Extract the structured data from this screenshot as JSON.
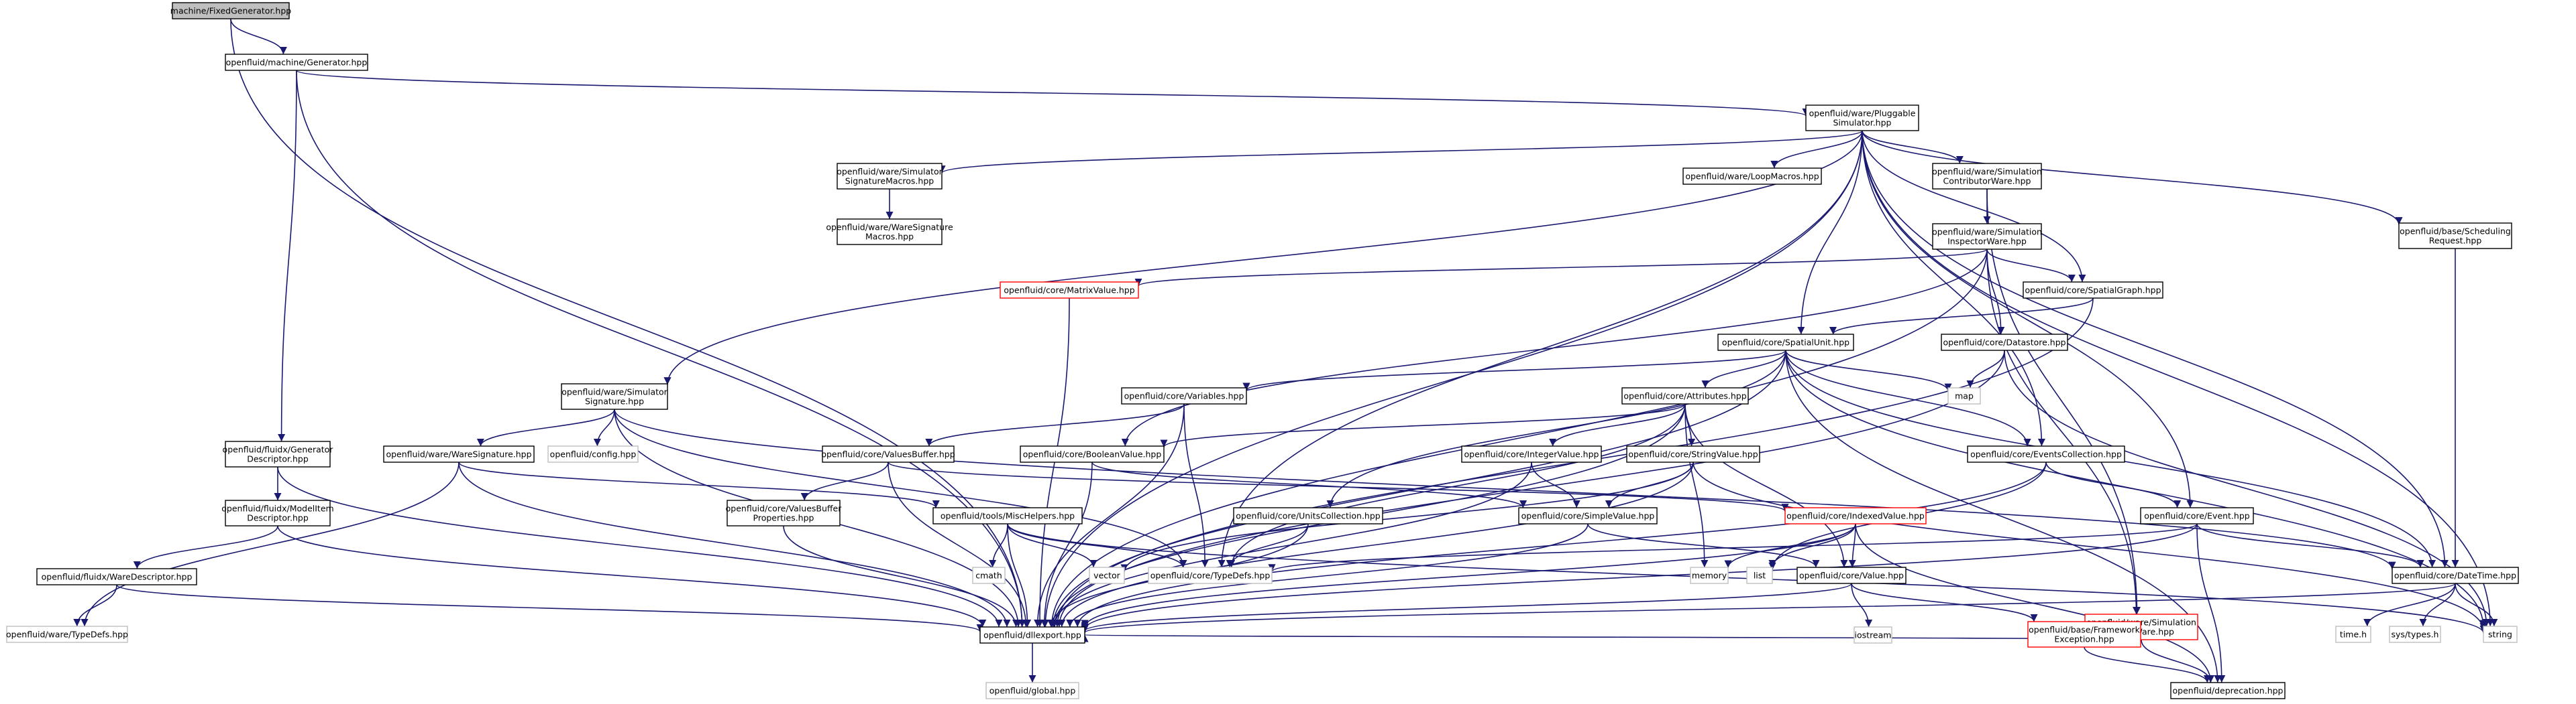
{
  "colors": {
    "edge": "#191970",
    "root_fill": "#bfbfbf",
    "documented_border": "#000000",
    "undocumented_border": "#bfbfbf",
    "truncated_border": "#ff0000",
    "node_fill": "#ffffff"
  },
  "nodes": [
    {
      "id": "fixedgen",
      "lines": [
        "machine/FixedGenerator.hpp"
      ],
      "kind": "root"
    },
    {
      "id": "generator",
      "lines": [
        "openfluid/machine/Generator.hpp"
      ],
      "kind": "doc"
    },
    {
      "id": "pluggable",
      "lines": [
        "openfluid/ware/Pluggable",
        "Simulator.hpp"
      ],
      "kind": "doc"
    },
    {
      "id": "sigmacros",
      "lines": [
        "openfluid/ware/Simulator",
        "SignatureMacros.hpp"
      ],
      "kind": "doc"
    },
    {
      "id": "waresigmacros",
      "lines": [
        "openfluid/ware/WareSignature",
        "Macros.hpp"
      ],
      "kind": "doc"
    },
    {
      "id": "loopmacros",
      "lines": [
        "openfluid/ware/LoopMacros.hpp"
      ],
      "kind": "doc"
    },
    {
      "id": "simcontrib",
      "lines": [
        "openfluid/ware/Simulation",
        "ContributorWare.hpp"
      ],
      "kind": "doc"
    },
    {
      "id": "simsched",
      "lines": [
        "openfluid/base/Scheduling",
        "Request.hpp"
      ],
      "kind": "doc"
    },
    {
      "id": "siminspector",
      "lines": [
        "openfluid/ware/Simulation",
        "InspectorWare.hpp"
      ],
      "kind": "doc"
    },
    {
      "id": "matrixvalue",
      "lines": [
        "openfluid/core/MatrixValue.hpp"
      ],
      "kind": "trunc"
    },
    {
      "id": "spatialgraph",
      "lines": [
        "openfluid/core/SpatialGraph.hpp"
      ],
      "kind": "doc"
    },
    {
      "id": "spatialunit",
      "lines": [
        "openfluid/core/SpatialUnit.hpp"
      ],
      "kind": "doc"
    },
    {
      "id": "datastore",
      "lines": [
        "openfluid/core/Datastore.hpp"
      ],
      "kind": "doc"
    },
    {
      "id": "simsignature",
      "lines": [
        "openfluid/ware/Simulator",
        "Signature.hpp"
      ],
      "kind": "doc"
    },
    {
      "id": "variables",
      "lines": [
        "openfluid/core/Variables.hpp"
      ],
      "kind": "doc"
    },
    {
      "id": "attributes",
      "lines": [
        "openfluid/core/Attributes.hpp"
      ],
      "kind": "doc"
    },
    {
      "id": "map",
      "lines": [
        "map"
      ],
      "kind": "ext"
    },
    {
      "id": "gendesc",
      "lines": [
        "openfluid/fluidx/Generator",
        "Descriptor.hpp"
      ],
      "kind": "doc"
    },
    {
      "id": "configh",
      "lines": [
        "openfluid/config.hpp"
      ],
      "kind": "ext"
    },
    {
      "id": "waresignature",
      "lines": [
        "openfluid/ware/WareSignature.hpp"
      ],
      "kind": "doc"
    },
    {
      "id": "valuesbuffer",
      "lines": [
        "openfluid/core/ValuesBuffer.hpp"
      ],
      "kind": "doc"
    },
    {
      "id": "booleanvalue",
      "lines": [
        "openfluid/core/BooleanValue.hpp"
      ],
      "kind": "doc"
    },
    {
      "id": "integervalue",
      "lines": [
        "openfluid/core/IntegerValue.hpp"
      ],
      "kind": "doc"
    },
    {
      "id": "stringvalue",
      "lines": [
        "openfluid/core/StringValue.hpp"
      ],
      "kind": "doc"
    },
    {
      "id": "eventscoll",
      "lines": [
        "openfluid/core/EventsCollection.hpp"
      ],
      "kind": "doc"
    },
    {
      "id": "modelitem",
      "lines": [
        "openfluid/fluidx/ModelItem",
        "Descriptor.hpp"
      ],
      "kind": "doc"
    },
    {
      "id": "vbprops",
      "lines": [
        "openfluid/core/ValuesBuffer",
        "Properties.hpp"
      ],
      "kind": "doc"
    },
    {
      "id": "mischelpers",
      "lines": [
        "openfluid/tools/MiscHelpers.hpp"
      ],
      "kind": "doc"
    },
    {
      "id": "unitscoll",
      "lines": [
        "openfluid/core/UnitsCollection.hpp"
      ],
      "kind": "doc"
    },
    {
      "id": "simplevalue",
      "lines": [
        "openfluid/core/SimpleValue.hpp"
      ],
      "kind": "doc"
    },
    {
      "id": "indexedvalue",
      "lines": [
        "openfluid/core/IndexedValue.hpp"
      ],
      "kind": "trunc"
    },
    {
      "id": "event",
      "lines": [
        "openfluid/core/Event.hpp"
      ],
      "kind": "doc"
    },
    {
      "id": "waredesc",
      "lines": [
        "openfluid/fluidx/WareDescriptor.hpp"
      ],
      "kind": "doc"
    },
    {
      "id": "cmath",
      "lines": [
        "cmath"
      ],
      "kind": "ext"
    },
    {
      "id": "vector",
      "lines": [
        "vector"
      ],
      "kind": "ext"
    },
    {
      "id": "typedefs",
      "lines": [
        "openfluid/core/TypeDefs.hpp"
      ],
      "kind": "ext"
    },
    {
      "id": "memory",
      "lines": [
        "memory"
      ],
      "kind": "ext"
    },
    {
      "id": "list",
      "lines": [
        "list"
      ],
      "kind": "ext"
    },
    {
      "id": "value",
      "lines": [
        "openfluid/core/Value.hpp"
      ],
      "kind": "doc"
    },
    {
      "id": "simdriver",
      "lines": [
        "openfluid/ware/Simulation",
        "DriverWare.hpp"
      ],
      "kind": "trunc"
    },
    {
      "id": "datetime",
      "lines": [
        "openfluid/core/DateTime.hpp"
      ],
      "kind": "doc"
    },
    {
      "id": "waretypedefs",
      "lines": [
        "openfluid/ware/TypeDefs.hpp"
      ],
      "kind": "ext"
    },
    {
      "id": "dllexport",
      "lines": [
        "openfluid/dllexport.hpp"
      ],
      "kind": "doc"
    },
    {
      "id": "iostream",
      "lines": [
        "iostream"
      ],
      "kind": "ext"
    },
    {
      "id": "fwexception",
      "lines": [
        "openfluid/base/Framework",
        "Exception.hpp"
      ],
      "kind": "trunc"
    },
    {
      "id": "timeh",
      "lines": [
        "time.h"
      ],
      "kind": "ext"
    },
    {
      "id": "systypes",
      "lines": [
        "sys/types.h"
      ],
      "kind": "ext"
    },
    {
      "id": "string",
      "lines": [
        "string"
      ],
      "kind": "ext"
    },
    {
      "id": "global",
      "lines": [
        "openfluid/global.hpp"
      ],
      "kind": "ext"
    },
    {
      "id": "deprecation",
      "lines": [
        "openfluid/deprecation.hpp"
      ],
      "kind": "doc"
    }
  ],
  "edges": [
    [
      "fixedgen",
      "generator"
    ],
    [
      "fixedgen",
      "dllexport"
    ],
    [
      "generator",
      "pluggable"
    ],
    [
      "generator",
      "gendesc"
    ],
    [
      "generator",
      "dllexport"
    ],
    [
      "pluggable",
      "sigmacros"
    ],
    [
      "pluggable",
      "loopmacros"
    ],
    [
      "pluggable",
      "simcontrib"
    ],
    [
      "pluggable",
      "simsched"
    ],
    [
      "pluggable",
      "spatialgraph"
    ],
    [
      "pluggable",
      "spatialunit"
    ],
    [
      "pluggable",
      "simsignature"
    ],
    [
      "pluggable",
      "eventscoll"
    ],
    [
      "pluggable",
      "typedefs"
    ],
    [
      "pluggable",
      "event"
    ],
    [
      "pluggable",
      "datetime"
    ],
    [
      "pluggable",
      "dllexport"
    ],
    [
      "pluggable",
      "string"
    ],
    [
      "sigmacros",
      "waresigmacros"
    ],
    [
      "simcontrib",
      "siminspector"
    ],
    [
      "simcontrib",
      "simdriver"
    ],
    [
      "siminspector",
      "matrixvalue"
    ],
    [
      "siminspector",
      "spatialgraph"
    ],
    [
      "siminspector",
      "datastore"
    ],
    [
      "siminspector",
      "booleanvalue"
    ],
    [
      "siminspector",
      "dllexport"
    ],
    [
      "siminspector",
      "simdriver"
    ],
    [
      "simsched",
      "datetime"
    ],
    [
      "matrixvalue",
      "dllexport"
    ],
    [
      "spatialgraph",
      "spatialunit"
    ],
    [
      "spatialgraph",
      "dllexport"
    ],
    [
      "spatialunit",
      "variables"
    ],
    [
      "spatialunit",
      "attributes"
    ],
    [
      "spatialunit",
      "map"
    ],
    [
      "spatialunit",
      "eventscoll"
    ],
    [
      "spatialunit",
      "unitscoll"
    ],
    [
      "spatialunit",
      "datetime"
    ],
    [
      "spatialunit",
      "string"
    ],
    [
      "spatialunit",
      "dllexport"
    ],
    [
      "spatialunit",
      "deprecation"
    ],
    [
      "datastore",
      "map"
    ],
    [
      "datastore",
      "string"
    ],
    [
      "datastore",
      "dllexport"
    ],
    [
      "simsignature",
      "configh"
    ],
    [
      "simsignature",
      "waresignature"
    ],
    [
      "simsignature",
      "typedefs"
    ],
    [
      "simsignature",
      "datetime"
    ],
    [
      "simsignature",
      "dllexport"
    ],
    [
      "variables",
      "valuesbuffer"
    ],
    [
      "variables",
      "typedefs"
    ],
    [
      "variables",
      "dllexport"
    ],
    [
      "attributes",
      "integervalue"
    ],
    [
      "attributes",
      "stringvalue"
    ],
    [
      "attributes",
      "memory"
    ],
    [
      "attributes",
      "typedefs"
    ],
    [
      "attributes",
      "dllexport"
    ],
    [
      "attributes",
      "value"
    ],
    [
      "attributes",
      "booleanvalue"
    ],
    [
      "gendesc",
      "modelitem"
    ],
    [
      "gendesc",
      "dllexport"
    ],
    [
      "waresignature",
      "mischelpers"
    ],
    [
      "waresignature",
      "waretypedefs"
    ],
    [
      "waresignature",
      "dllexport"
    ],
    [
      "valuesbuffer",
      "vbprops"
    ],
    [
      "valuesbuffer",
      "indexedvalue"
    ],
    [
      "valuesbuffer",
      "dllexport"
    ],
    [
      "booleanvalue",
      "simplevalue"
    ],
    [
      "booleanvalue",
      "dllexport"
    ],
    [
      "integervalue",
      "simplevalue"
    ],
    [
      "integervalue",
      "dllexport"
    ],
    [
      "stringvalue",
      "simplevalue"
    ],
    [
      "stringvalue",
      "vector"
    ],
    [
      "stringvalue",
      "dllexport"
    ],
    [
      "stringvalue",
      "string"
    ],
    [
      "eventscoll",
      "event"
    ],
    [
      "eventscoll",
      "list"
    ],
    [
      "eventscoll",
      "dllexport"
    ],
    [
      "modelitem",
      "waredesc"
    ],
    [
      "modelitem",
      "dllexport"
    ],
    [
      "vbprops",
      "dllexport"
    ],
    [
      "mischelpers",
      "cmath"
    ],
    [
      "mischelpers",
      "vector"
    ],
    [
      "mischelpers",
      "typedefs"
    ],
    [
      "mischelpers",
      "string"
    ],
    [
      "mischelpers",
      "dllexport"
    ],
    [
      "unitscoll",
      "typedefs"
    ],
    [
      "unitscoll",
      "dllexport"
    ],
    [
      "simplevalue",
      "value"
    ],
    [
      "simplevalue",
      "dllexport"
    ],
    [
      "indexedvalue",
      "memory"
    ],
    [
      "indexedvalue",
      "list"
    ],
    [
      "indexedvalue",
      "value"
    ],
    [
      "indexedvalue",
      "dllexport"
    ],
    [
      "indexedvalue",
      "deprecation"
    ],
    [
      "event",
      "typedefs"
    ],
    [
      "event",
      "datetime"
    ],
    [
      "event",
      "dllexport"
    ],
    [
      "event",
      "deprecation"
    ],
    [
      "waredesc",
      "waretypedefs"
    ],
    [
      "waredesc",
      "dllexport"
    ],
    [
      "value",
      "iostream"
    ],
    [
      "value",
      "fwexception"
    ],
    [
      "value",
      "dllexport"
    ],
    [
      "simdriver",
      "fwexception"
    ],
    [
      "simdriver",
      "deprecation"
    ],
    [
      "simdriver",
      "dllexport"
    ],
    [
      "datetime",
      "timeh"
    ],
    [
      "datetime",
      "systypes"
    ],
    [
      "datetime",
      "string"
    ],
    [
      "datetime",
      "dllexport"
    ],
    [
      "fwexception",
      "deprecation"
    ],
    [
      "dllexport",
      "global"
    ]
  ]
}
